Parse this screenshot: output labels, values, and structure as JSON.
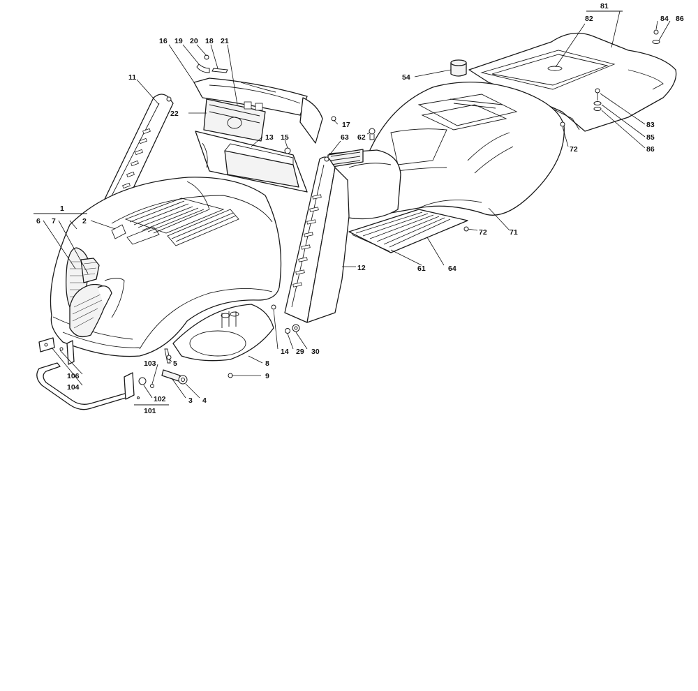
{
  "labels": {
    "l1": "1",
    "l2": "2",
    "l3": "3",
    "l4": "4",
    "l5": "5",
    "l6": "6",
    "l7": "7",
    "l8": "8",
    "l9": "9",
    "l11": "11",
    "l12": "12",
    "l13": "13",
    "l14": "14",
    "l15": "15",
    "l16": "16",
    "l17": "17",
    "l18": "18",
    "l19": "19",
    "l20": "20",
    "l21": "21",
    "l22": "22",
    "l29": "29",
    "l30": "30",
    "l54": "54",
    "l61": "61",
    "l62": "62",
    "l63": "63",
    "l64": "64",
    "l71": "71",
    "l72a": "72",
    "l72b": "72",
    "l81": "81",
    "l82": "82",
    "l83": "83",
    "l84": "84",
    "l85": "85",
    "l86a": "86",
    "l86b": "86",
    "l101": "101",
    "l102": "102",
    "l103": "103",
    "l104": "104",
    "l106": "106"
  }
}
